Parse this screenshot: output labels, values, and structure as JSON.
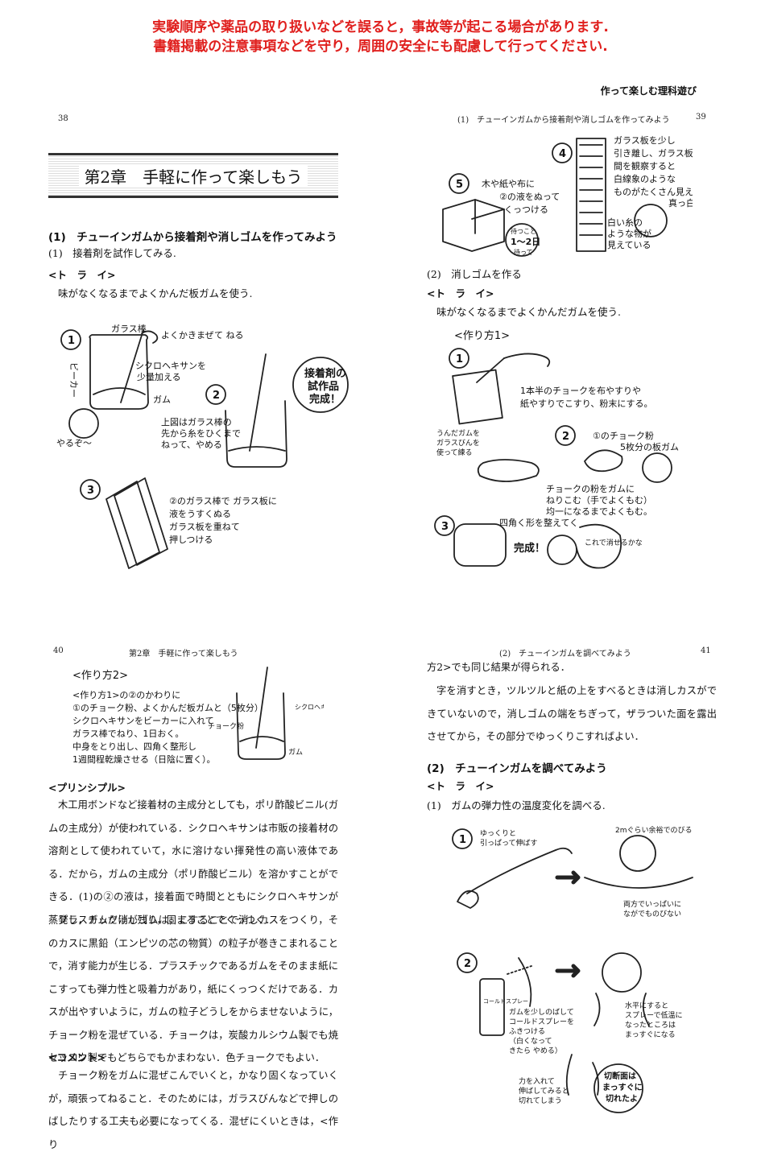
{
  "warning": {
    "line1": "実験順序や薬品の取り扱いなどを誤ると，事故等が起こる場合があります.",
    "line2": "書籍掲載の注意事項などを守り，周囲の安全にも配慮して行ってください."
  },
  "series_title": "作って楽しむ理科遊び",
  "p38": {
    "page_number": "38",
    "chapter_title": "第2章　手軽に作って楽しもう",
    "section_heading": "(1)　チューインガムから接着剤や消しゴムを作ってみよう",
    "item1": "(1)　接着剤を試作してみる.",
    "try_label": "<ト　ラ　イ>",
    "try_text": "味がなくなるまでよくかんだ板ガムを使う.",
    "fig": {
      "n1": "1",
      "glass_rod": "ガラス棒",
      "stir": "よくかきまぜて ねる",
      "beaker": "ビーカー",
      "cyclo1": "シクロヘキサンを",
      "cyclo2": "少量加える",
      "gum": "ガム",
      "n2": "2",
      "trial1": "接着剤の",
      "trial2": "試作品",
      "trial3": "完成！",
      "thread1": "上図はガラス棒の",
      "thread2": "先から糸をひくまで",
      "thread3": "ねって、やめる",
      "n3": "3",
      "glass1": "②のガラス棒で ガラス板に",
      "glass2": "液をうすくぬる",
      "glass3": "ガラス板を重ねて",
      "glass4": "押しつける",
      "kid": "やるぞ〜"
    }
  },
  "p39": {
    "running_head": "(1)　チューインガムから接着剤や消しゴムを作ってみよう",
    "page_number": "39",
    "fig_top": {
      "n4": "4",
      "obs1": "ガラス板を少し",
      "obs2": "引き離し、ガラス板の",
      "obs3": "間を観察すると",
      "obs4": "白線象のような",
      "obs5": "ものがたくさん見える",
      "n5": "5",
      "wood1": "木や紙や布に",
      "wood2": "②の液をぬって",
      "wood3": "くっつける",
      "wait1": "待つこと",
      "wait2": "1〜2日",
      "wait3": "待って",
      "white1": "白い糸の",
      "white2": "ような物が",
      "white3": "見えている",
      "truly": "真っ白だね"
    },
    "item2": "(2)　消しゴムを作る",
    "try_label": "<ト　ラ　イ>",
    "try_text": "味がなくなるまでよくかんだガムを使う.",
    "fig": {
      "method1": "<作り方1>",
      "n1": "1",
      "chalk1": "1本半のチョークを布やすりや",
      "chalk2": "紙やすりでこすり、粉末にする。",
      "n2": "2",
      "chalk_powder": "①のチョーク粉",
      "gum5": "5枚分の板ガム",
      "bottle1": "うんだガムを",
      "bottle2": "ガラスびんを",
      "bottle3": "使って練る",
      "knead1": "チョークの粉をガムに",
      "knead2": "ねりこむ（手でよくもむ）",
      "knead3": "均一になるまでよくもむ。",
      "n3": "3",
      "square": "四角く形を整えてく",
      "done": "完成！",
      "kid": "これで消せるかな"
    }
  },
  "p40": {
    "page_number": "40",
    "running_head": "第2章　手軽に作って楽しもう",
    "fig": {
      "method2": "<作り方2>",
      "line1": "<作り方1>の②のかわりに",
      "line2": "①のチョーク粉、よくかんだ板ガムと（5枚分）",
      "line3": "シクロヘキサンをビーカーに入れて",
      "line4": "ガラス棒でねり、1日おく。",
      "line5": "中身をとり出し、四角く整形し",
      "line6": "1週間程乾燥させる（日陰に置く）。",
      "cyclo": "シクロヘキサン",
      "chalk": "チョーク粉",
      "gum": "ガム"
    },
    "principle_label": "<プリンシプル>",
    "principle": "木工用ボンドなど接着材の主成分としても，ポリ酢酸ビニル(ガムの主成分）が使われている．シクロヘキサンは市販の接着材の溶剤として使われていて，水に溶けない揮発性の高い液体である．だから，ガムの主成分（ポリ酢酸ビニル）を溶かすことができる．(1)の②の液は，接着面で時間とともにシクロヘキサンが蒸発し，ガムだけが残り，固まることでくっつく．",
    "principle2": "プラスチック消しゴムは，こすることで消しカスをつくり，そのカスに黒鉛（エンピツの芯の物質）の粒子が巻きこまれることで，消す能力が生じる．プラスチックであるガムをそのまま紙にこすっても弾力性と吸着力があり，紙にくっつくだけである．カスが出やすいように，ガムの粒子どうしをからませないように，チョーク粉を混ぜている．チョークは，炭酸カルシウム製でも焼セッコウ製でもどちらでもかまわない．色チョークでもよい．",
    "comment_label": "<コメント>",
    "comment": "チョーク粉をガムに混ぜこんでいくと，かなり固くなっていくが，頑張ってねること．そのためには，ガラスびんなどで押しのばしたりする工夫も必要になってくる．混ぜにくいときは，<作り"
  },
  "p41": {
    "running_head": "(2)　チューインガムを調べてみよう",
    "page_number": "41",
    "cont": "方2>でも同じ結果が得られる．",
    "cont2": "字を消すとき，ツルツルと紙の上をすべるときは消しカスができていないので，消しゴムの端をちぎって，ザラついた面を露出させてから，その部分でゆっくりこすればよい．",
    "section_heading": "(2)　チューインガムを調べてみよう",
    "try_label": "<ト　ラ　イ>",
    "item1": "(1)　ガムの弾力性の温度変化を調べる.",
    "fig": {
      "n1": "1",
      "pull1": "ゆっくりと",
      "pull2": "引っぱって伸ばす",
      "stretch": "2mぐらい余裕でのびる",
      "both1": "両方でいっぱいに",
      "both2": "ながでものびない",
      "n2": "2",
      "spray_can": "コールドスプレー",
      "spray1": "ガムを少しのばして",
      "spray2": "コールドスプレーを",
      "spray3": "ふきつける",
      "spray4": "（白くなって",
      "spray5": "きたら やめる）",
      "flat1": "水平にすると",
      "flat2": "スプレーで低温に",
      "flat3": "なったところは",
      "flat4": "まっすぐになる",
      "force1": "力を入れて",
      "force2": "伸ばしてみると",
      "force3": "切れてしまう",
      "cut1": "切断面は",
      "cut2": "まっすぐに",
      "cut3": "切れたよ"
    }
  }
}
